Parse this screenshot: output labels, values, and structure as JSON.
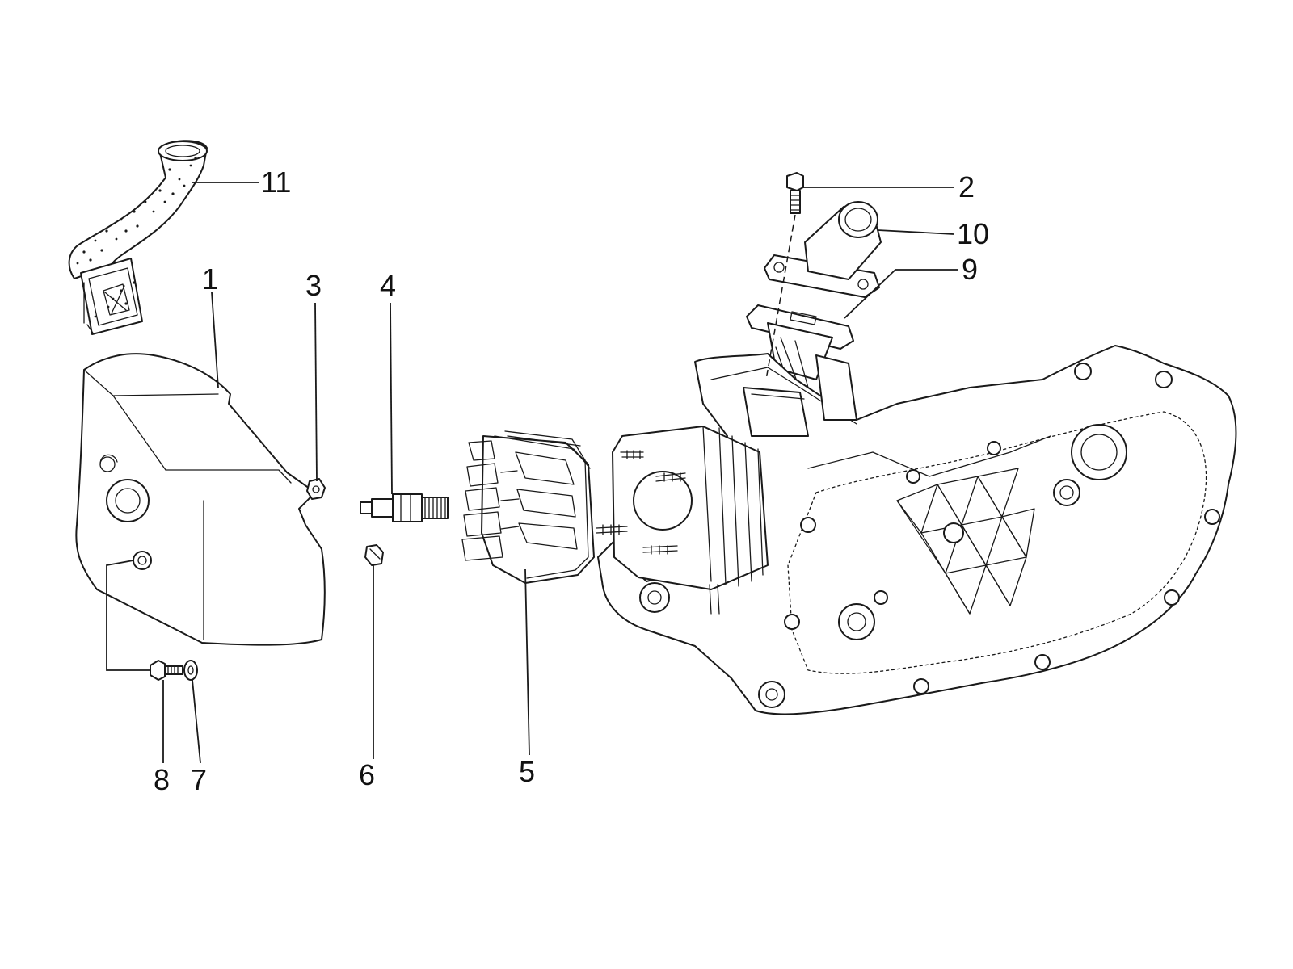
{
  "callouts": {
    "c1": "1",
    "c2": "2",
    "c3": "3",
    "c4": "4",
    "c5": "5",
    "c6": "6",
    "c7": "7",
    "c8": "8",
    "c9": "9",
    "c10": "10",
    "c11": "11"
  },
  "parts": {
    "p1": "shroud-cover",
    "p2": "bolt",
    "p3": "nut",
    "p4": "spark-plug",
    "p5": "cylinder-head",
    "p6": "nut",
    "p7": "washer",
    "p8": "screw",
    "p9": "reed-valve",
    "p10": "intake-manifold",
    "p11": "cooling-duct"
  },
  "colors": {
    "ink": "#1a1a1a",
    "paper": "#ffffff"
  }
}
